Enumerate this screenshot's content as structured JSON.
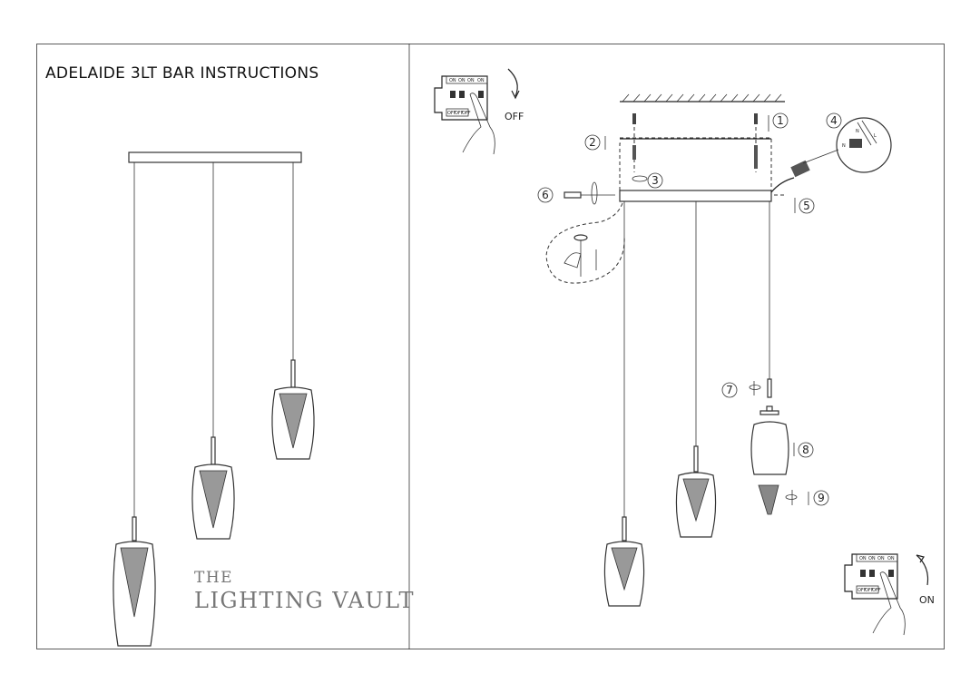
{
  "title": "ADELAIDE 3LT BAR INSTRUCTIONS",
  "logo": {
    "line1": "THE",
    "line2": "LIGHTING VAULT"
  },
  "switch_off": {
    "label": "OFF",
    "top_labels": [
      "ON",
      "ON",
      "ON",
      "ON"
    ],
    "bottom_labels": [
      "OFF",
      "OFF",
      "OFF"
    ]
  },
  "switch_on": {
    "label": "ON",
    "top_labels": [
      "ON",
      "ON",
      "ON",
      "ON"
    ],
    "bottom_labels": [
      "OFF",
      "OFF",
      "OFF"
    ]
  },
  "steps": [
    "1",
    "2",
    "3",
    "4",
    "5",
    "6",
    "7",
    "8",
    "9"
  ],
  "wire_labels": {
    "neutral": "N",
    "live": "L"
  }
}
